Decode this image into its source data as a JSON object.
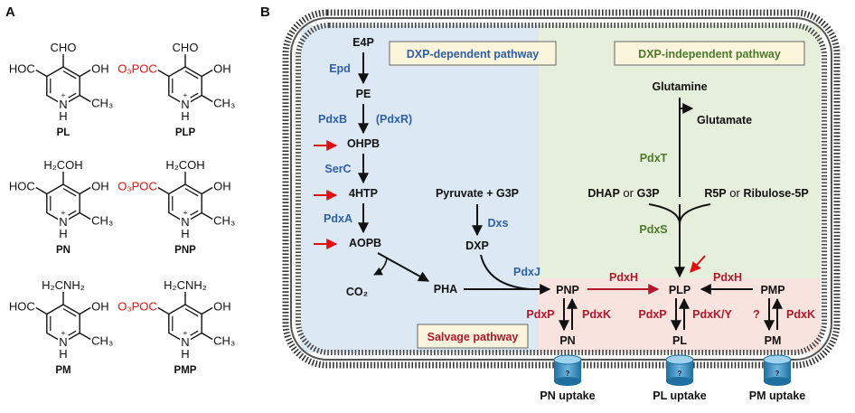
{
  "panels": {
    "a": "A",
    "b": "B"
  },
  "structures": [
    {
      "name": "PL",
      "top": "CHO",
      "left": "HOC",
      "phospho": false
    },
    {
      "name": "PLP",
      "top": "CHO",
      "left": "O₃POC",
      "phospho": true
    },
    {
      "name": "PN",
      "top": "H₂COH",
      "left": "HOC",
      "phospho": false
    },
    {
      "name": "PNP",
      "top": "H₂COH",
      "left": "O₃POC",
      "phospho": true
    },
    {
      "name": "PM",
      "top": "H₂CNH₂",
      "left": "HOC",
      "phospho": false
    },
    {
      "name": "PMP",
      "top": "H₂CNH₂",
      "left": "O₃POC",
      "phospho": true
    }
  ],
  "ring": {
    "oh": "OH",
    "ch3": "CH₃",
    "nh": "N",
    "h": "H",
    "plus": "+"
  },
  "boxes": {
    "dxp_dependent": "DXP-dependent pathway",
    "dxp_independent": "DXP-independent pathway",
    "salvage": "Salvage pathway"
  },
  "metabolites": {
    "e4p": "E4P",
    "pe": "PE",
    "ohpb": "OHPB",
    "htp": "4HTP",
    "aopb": "AOPB",
    "co2": "CO₂",
    "pha": "PHA",
    "pyr_g3p": "Pyruvate + G3P",
    "dxp": "DXP",
    "glutamine": "Glutamine",
    "glutamate": "Glutamate",
    "dhap": "DHAP",
    "or1": " or ",
    "g3p": "G3P",
    "r5p": "R5P",
    "or2": " or ",
    "ribulose": "Ribulose-5P",
    "pnp": "PNP",
    "plp": "PLP",
    "pmp": "PMP",
    "pn": "PN",
    "pl": "PL",
    "pm": "PM"
  },
  "enzymes": {
    "epd": "Epd",
    "pdxb": "PdxB",
    "pdxr": "(PdxR)",
    "serc": "SerC",
    "pdxa": "PdxA",
    "dxs": "Dxs",
    "pdxj": "PdxJ",
    "pdxt": "PdxT",
    "pdxs": "PdxS",
    "pdxh1": "PdxH",
    "pdxh2": "PdxH",
    "pdxp1": "PdxP",
    "pdxk1": "PdxK",
    "pdxp2": "PdxP",
    "pdxky": "PdxK/Y",
    "q": "?",
    "pdxk2": "PdxK"
  },
  "uptake": {
    "pn": "PN uptake",
    "pl": "PL uptake",
    "pm": "PM uptake",
    "transporter": "?"
  },
  "colors": {
    "blue": "#2f5fa7",
    "green": "#4a7a2a",
    "red": "#b2182b",
    "arrow_red": "#e01010",
    "bg_blue": "#dce9f4",
    "bg_green": "#e6efdb",
    "bg_pink": "#f8e3df",
    "box_fill": "#fbf5dc"
  }
}
